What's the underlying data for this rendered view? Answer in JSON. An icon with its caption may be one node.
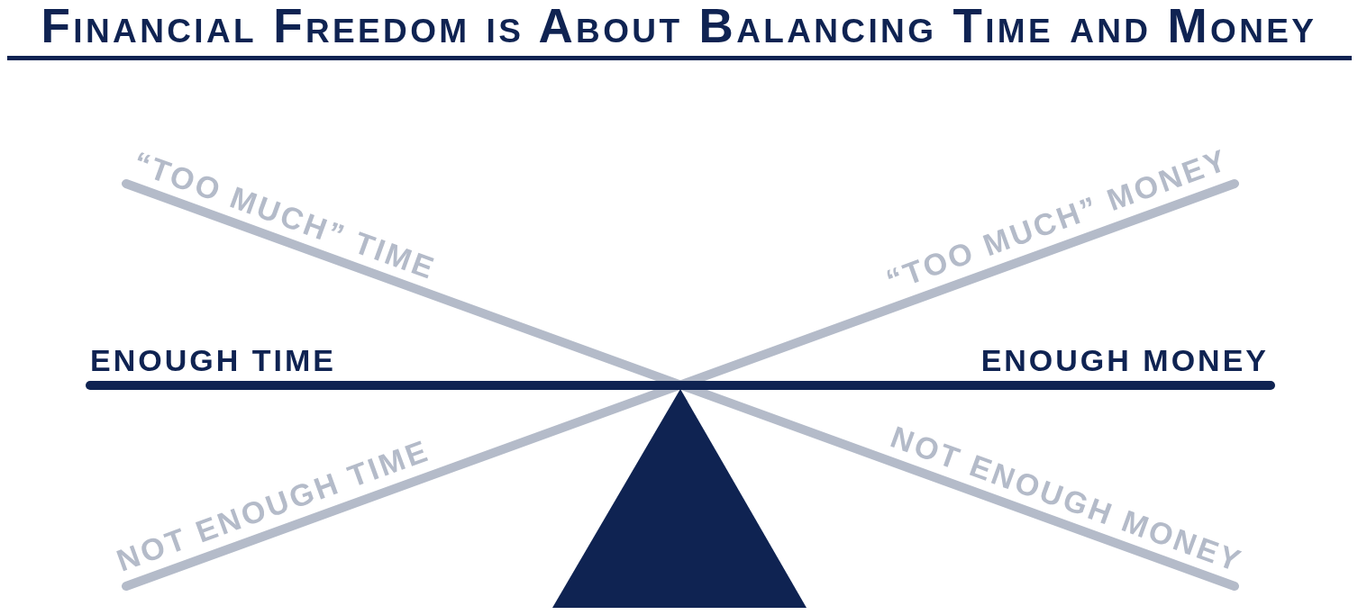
{
  "diagram": {
    "title": "Financial Freedom is About Balancing Time and Money",
    "labels": [
      "“TOO MUCH” TIME",
      "“TOO MUCH” MONEY",
      "ENOUGH TIME",
      "ENOUGH MONEY",
      "NOT ENOUGH TIME",
      "NOT ENOUGH MONEY"
    ]
  }
}
